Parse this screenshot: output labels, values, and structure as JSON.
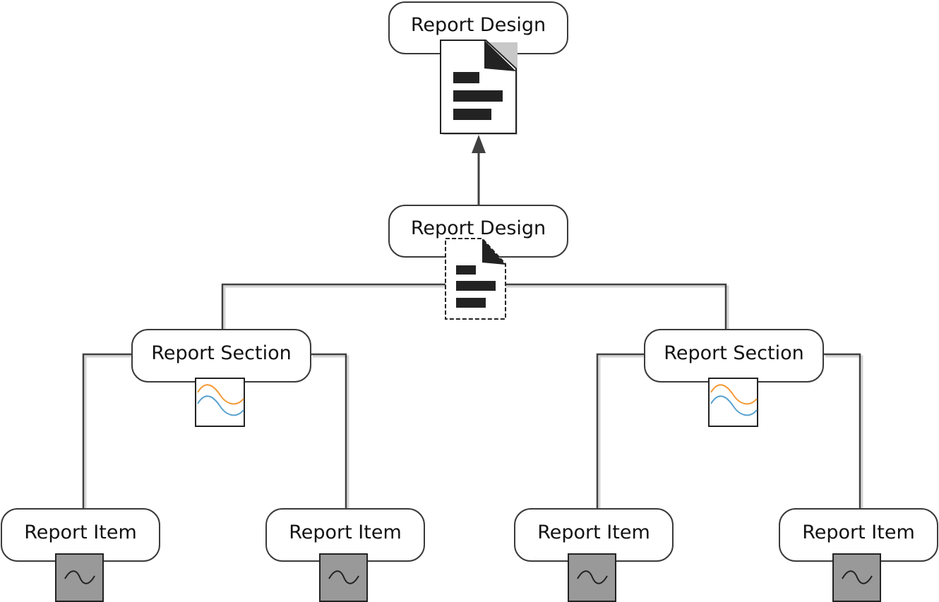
{
  "nodes": {
    "report_design_top": {
      "label": "Report Design",
      "icon": "document-icon"
    },
    "report_design_mid": {
      "label": "Report Design",
      "icon": "document-icon"
    },
    "section_left": {
      "label": "Report Section",
      "icon": "wave-chart-icon"
    },
    "section_right": {
      "label": "Report Section",
      "icon": "wave-chart-icon"
    },
    "item_1": {
      "label": "Report Item",
      "icon": "sine-wave-icon"
    },
    "item_2": {
      "label": "Report Item",
      "icon": "sine-wave-icon"
    },
    "item_3": {
      "label": "Report Item",
      "icon": "sine-wave-icon"
    },
    "item_4": {
      "label": "Report Item",
      "icon": "sine-wave-icon"
    }
  },
  "colors": {
    "line": "#404040",
    "shadow": "#cfcfcf",
    "doc_bar": "#222222",
    "item_icon_fill": "#999999",
    "wave_orange": "#f59a36",
    "wave_blue": "#5aa2d0"
  }
}
